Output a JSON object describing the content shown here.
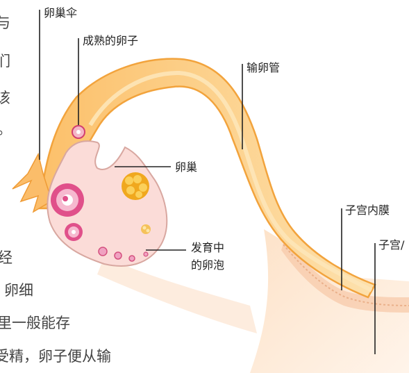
{
  "labels": {
    "fimbriae": "卵巢伞",
    "mature_egg": "成熟的卵子",
    "oviduct": "输卵管",
    "ovary": "卵巢",
    "follicle_line1": "发育中",
    "follicle_line2": "的卵泡",
    "endometrium": "子宫内膜",
    "uterus_partial": "子宫/"
  },
  "body_text": {
    "line1": "经",
    "line2": "卵细",
    "line3": "里一般能存",
    "line4": "受精，卵子便从输"
  },
  "left_edge_glyphs": [
    "与",
    "们",
    "该",
    "。"
  ],
  "colors": {
    "tube_fill": "#fbc879",
    "tube_light": "#fde3b4",
    "tube_edge": "#f2a33c",
    "uterus_fill": "#fde7cf",
    "ovary_fill": "#fbdcd8",
    "follicle_pink": "#e0508a",
    "egg_yellow": "#f0a81e"
  }
}
